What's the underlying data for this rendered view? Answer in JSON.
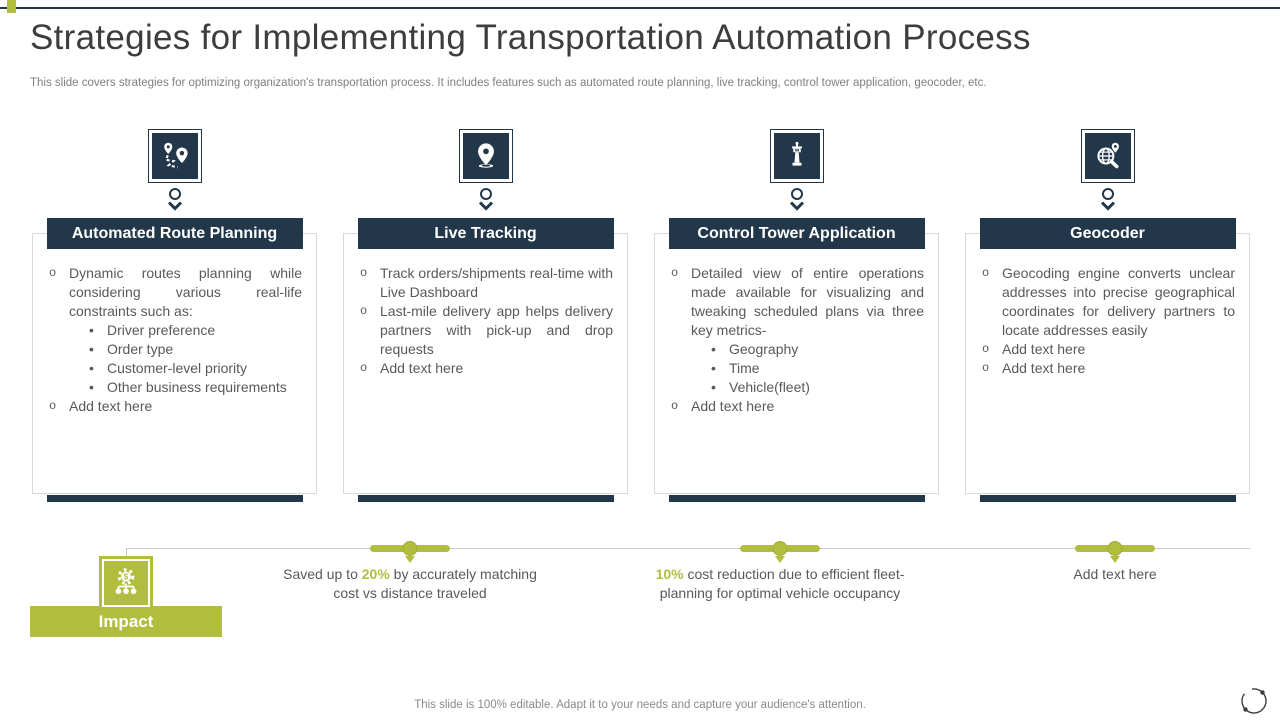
{
  "slide": {
    "title": "Strategies for Implementing Transportation Automation Process",
    "subtitle": "This slide covers strategies for optimizing organization's transportation process. It includes features such as automated route planning, live tracking, control tower application, geocoder, etc.",
    "footer": "This slide is 100% editable. Adapt it to your needs and capture your audience's attention."
  },
  "colors": {
    "navy": "#22384a",
    "green": "#b1bd3e",
    "body_text": "#595959",
    "border_gray": "#d9d9d9"
  },
  "columns": [
    {
      "icon": "route-icon",
      "title": "Automated Route Planning",
      "bullets": [
        {
          "text": "Dynamic routes planning while considering various real-life constraints such as:",
          "sub": [
            "Driver preference",
            "Order type",
            "Customer-level priority",
            "Other business requirements"
          ]
        },
        {
          "text": "Add text here",
          "sub": []
        }
      ]
    },
    {
      "icon": "location-pin-icon",
      "title": "Live Tracking",
      "bullets": [
        {
          "text": "Track orders/shipments real-time with Live Dashboard",
          "sub": []
        },
        {
          "text": "Last-mile delivery app helps delivery partners with pick-up and drop requests",
          "sub": []
        },
        {
          "text": "Add text here",
          "sub": []
        }
      ]
    },
    {
      "icon": "control-tower-icon",
      "title": "Control Tower Application",
      "bullets": [
        {
          "text": "Detailed view of entire operations made available for visualizing and tweaking scheduled plans via three key metrics-",
          "sub": [
            "Geography",
            "Time",
            "Vehicle(fleet)"
          ]
        },
        {
          "text": "Add text here",
          "sub": []
        }
      ]
    },
    {
      "icon": "geocoder-icon",
      "title": "Geocoder",
      "bullets": [
        {
          "text": "Geocoding engine converts unclear addresses into precise geographical coordinates for delivery partners to locate addresses easily",
          "sub": []
        },
        {
          "text": "Add text here",
          "sub": []
        },
        {
          "text": "Add text here",
          "sub": []
        }
      ]
    }
  ],
  "impact": {
    "label": "Impact",
    "items": [
      {
        "parts": [
          {
            "text": "Saved up to ",
            "em": false
          },
          {
            "text": "20%",
            "em": true
          },
          {
            "text": " by accurately matching cost vs distance traveled",
            "em": false
          }
        ]
      },
      {
        "parts": [
          {
            "text": "10%",
            "em": true
          },
          {
            "text": " cost reduction due to efficient fleet-planning for optimal vehicle occupancy",
            "em": false
          }
        ]
      },
      {
        "parts": [
          {
            "text": "Add text here",
            "em": false
          }
        ]
      }
    ]
  }
}
